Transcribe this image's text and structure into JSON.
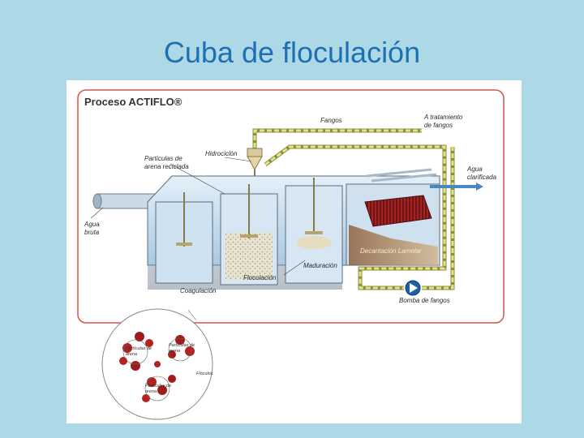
{
  "slide": {
    "title": "Cuba de floculación"
  },
  "diagram": {
    "heading": "Proceso ACTIFLO®",
    "labels": {
      "fangos": "Fangos",
      "a_tratamiento_l1": "A tratamiento",
      "a_tratamiento_l2": "de fangos",
      "hidrociclon": "Hidrociclón",
      "particulas_arena_l1": "Partículas de",
      "particulas_arena_l2": "arena reciclada",
      "agua_clarificada_l1": "Agua",
      "agua_clarificada_l2": "clarificada",
      "agua_bruta_l1": "Agua",
      "agua_bruta_l2": "bruta",
      "decantacion": "Decantación Lamelar",
      "maduracion": "Maduración",
      "floculacion": "Floculación",
      "coagulacion": "Coagulación",
      "bomba": "Bomba de fangos"
    },
    "inset": {
      "particulas_de_l1": "Partículas de",
      "particulas_de_l2": "arena",
      "particulas_right_l1": "Partículas de",
      "particulas_right_l2": "arena",
      "particulas_bottom_l1": "Partículas de",
      "particulas_bottom_l2": "arena",
      "floculos": "Flóculos"
    }
  },
  "colors": {
    "title": "#1f6fb4",
    "background": "#add8e6",
    "frame_border": "#d9534f",
    "pipe": "#c8c85a",
    "water": "#bcd8ec",
    "lamella": "#8b1a1a",
    "floc": "#b22222"
  }
}
